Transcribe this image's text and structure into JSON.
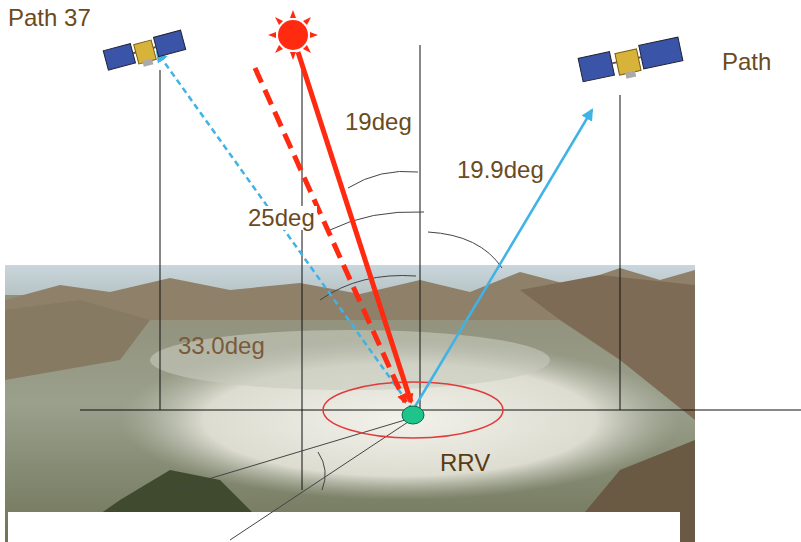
{
  "diagram": {
    "labels": [
      "Path 37",
      "Path",
      "19deg",
      "19.9deg",
      "25deg",
      "33.0deg",
      "RRV"
    ]
  }
}
